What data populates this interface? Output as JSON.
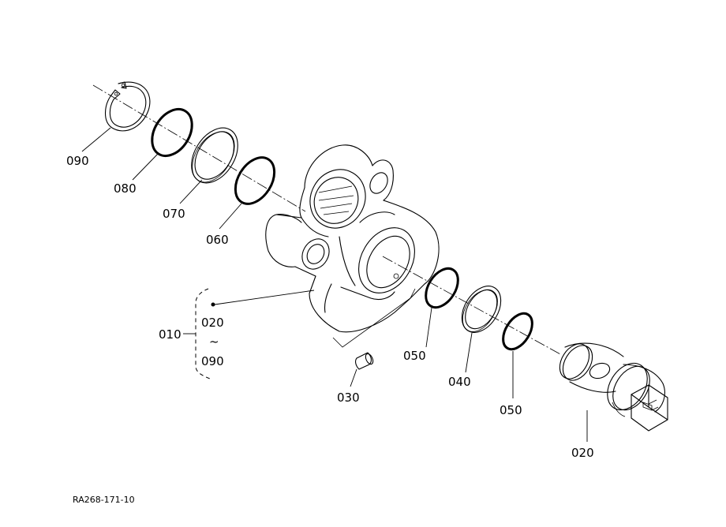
{
  "labels": {
    "p090": "090",
    "p080": "080",
    "p070": "070",
    "p060": "060",
    "p010": "010",
    "range_from": "020",
    "range_tilde": "~",
    "range_to": "090",
    "p030": "030",
    "p050a": "050",
    "p040": "040",
    "p050b": "050",
    "p020": "020"
  },
  "footer": {
    "code": "RA268-171-10"
  }
}
